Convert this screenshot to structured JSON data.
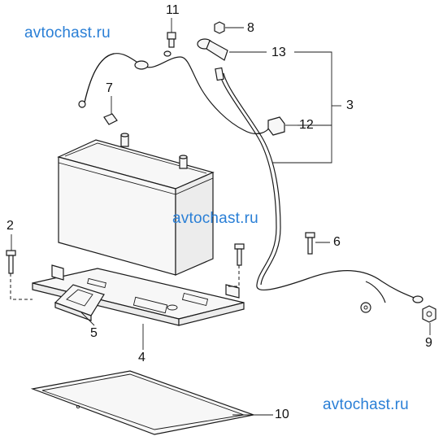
{
  "watermarks": [
    "avtochast.ru",
    "avtochast.ru",
    "avtochast.ru"
  ],
  "callouts": {
    "c2": "2",
    "c3": "3",
    "c4": "4",
    "c5": "5",
    "c6": "6",
    "c7": "7",
    "c8": "8",
    "c9": "9",
    "c10": "10",
    "c11": "11",
    "c12": "12",
    "c13": "13"
  }
}
